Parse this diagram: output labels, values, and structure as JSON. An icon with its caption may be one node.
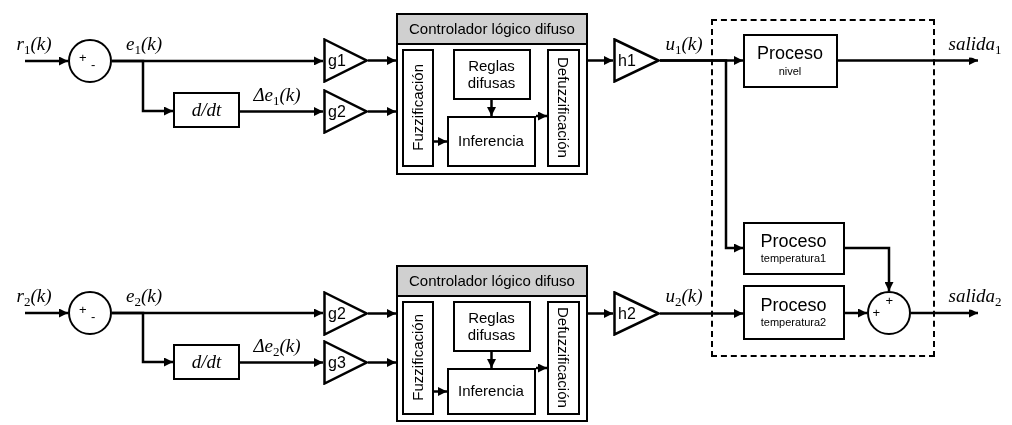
{
  "diagram": {
    "nodes": [
      {
        "text": [
          "+",
          "-"
        ]
      },
      {
        "text": [
          "d/dt"
        ]
      },
      {
        "text": [
          "g1"
        ]
      },
      {
        "text": [
          "g2"
        ]
      },
      {
        "text": [
          "Controlador lógico difuso"
        ]
      },
      {
        "text": [
          "Fuzzificación"
        ],
        "in": 4
      },
      {
        "text": [
          "Reglas difusas"
        ],
        "in": 4
      },
      {
        "text": [
          "Inferencia"
        ],
        "in": 4
      },
      {
        "text": [
          "Defuzzificación"
        ],
        "in": 4
      },
      {
        "text": [
          "h1"
        ]
      },
      {
        "text": [
          "+",
          "-"
        ]
      },
      {
        "text": [
          "d/dt"
        ]
      },
      {
        "text": [
          "g2"
        ]
      },
      {
        "text": [
          "g3"
        ]
      },
      {
        "text": [
          "Controlador lógico difuso"
        ]
      },
      {
        "text": [
          "Fuzzificación"
        ],
        "in": 14
      },
      {
        "text": [
          "Reglas difusas"
        ],
        "in": 14
      },
      {
        "text": [
          "Inferencia"
        ],
        "in": 14
      },
      {
        "text": [
          "Defuzzificación"
        ],
        "in": 14
      },
      {
        "text": [
          "h2"
        ]
      },
      {
        "text": [],
        "shape": "box"
      },
      {
        "text": [
          "Proceso",
          "nivel"
        ],
        "in": 20
      },
      {
        "text": [
          "Proceso",
          "temperatura1"
        ],
        "in": 20
      },
      {
        "text": [
          "Proceso",
          "temperatura2"
        ],
        "in": 20
      },
      {
        "text": [
          "+",
          "+"
        ],
        "in": 20
      }
    ],
    "edges": [
      {
        "from": null,
        "to": 0,
        "arrow": "to",
        "label": "r$_{1}$(k)"
      },
      {
        "from": 0,
        "to": 2,
        "arrow": "to",
        "label": "e$_{1}$(k)"
      },
      {
        "from": 0,
        "to": 1,
        "arrow": "to"
      },
      {
        "from": 1,
        "to": 3,
        "arrow": "to",
        "label": "Δe$_{1}$(k)"
      },
      {
        "from": 2,
        "to": 4,
        "arrow": "to"
      },
      {
        "from": 3,
        "to": 4,
        "arrow": "to"
      },
      {
        "from": 5,
        "to": 7,
        "arrow": "to"
      },
      {
        "from": 6,
        "to": 7,
        "arrow": "to"
      },
      {
        "from": 7,
        "to": 8,
        "arrow": "to"
      },
      {
        "from": 4,
        "to": 9,
        "arrow": "to"
      },
      {
        "from": 9,
        "to": 21,
        "arrow": "to",
        "label": "u$_{1}$(k)"
      },
      {
        "from": 9,
        "to": 22,
        "arrow": "to"
      },
      {
        "from": 21,
        "to": null,
        "arrow": "to",
        "label": "salida$_{1}$"
      },
      {
        "from": null,
        "to": 10,
        "arrow": "to",
        "label": "r$_{2}$(k)"
      },
      {
        "from": 10,
        "to": 12,
        "arrow": "to",
        "label": "e$_{2}$(k)"
      },
      {
        "from": 10,
        "to": 11,
        "arrow": "to"
      },
      {
        "from": 11,
        "to": 13,
        "arrow": "to",
        "label": "Δe$_{2}$(k)"
      },
      {
        "from": 12,
        "to": 14,
        "arrow": "to"
      },
      {
        "from": 13,
        "to": 14,
        "arrow": "to"
      },
      {
        "from": 15,
        "to": 17,
        "arrow": "to"
      },
      {
        "from": 16,
        "to": 17,
        "arrow": "to"
      },
      {
        "from": 17,
        "to": 18,
        "arrow": "to"
      },
      {
        "from": 14,
        "to": 19,
        "arrow": "to"
      },
      {
        "from": 19,
        "to": 23,
        "arrow": "to",
        "label": "u$_{2}$(k)"
      },
      {
        "from": 22,
        "to": 24,
        "arrow": "to"
      },
      {
        "from": 23,
        "to": 24,
        "arrow": "to"
      },
      {
        "from": 24,
        "to": null,
        "arrow": "to",
        "label": "salida$_{2}$"
      }
    ]
  }
}
